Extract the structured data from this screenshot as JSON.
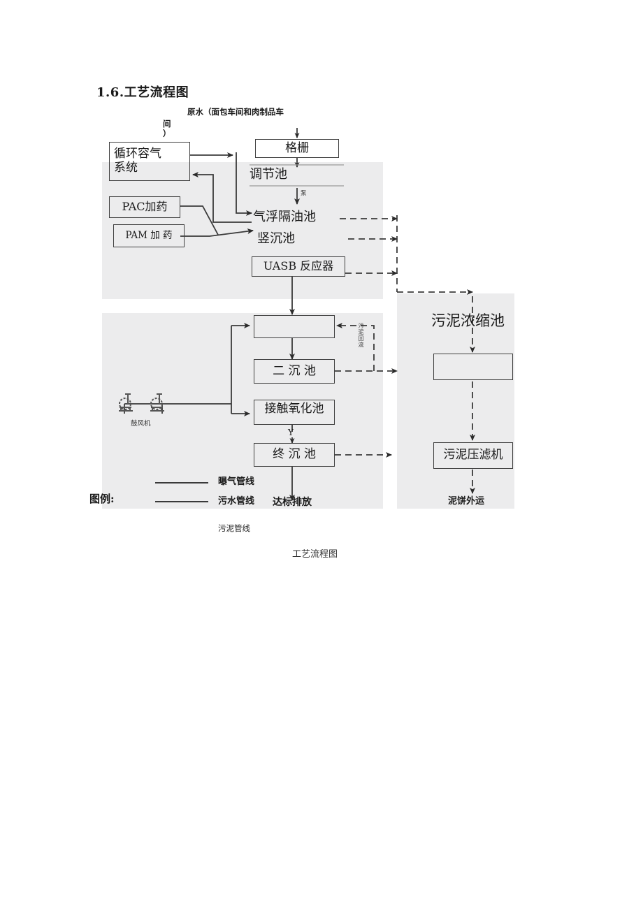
{
  "document": {
    "section_number": "1.6.",
    "section_title": "工艺流程图",
    "figure_caption": "工艺流程图"
  },
  "diagram": {
    "influent_label": "原水（面包车间和肉制品车间）",
    "influent_label_lines": [
      "原水（面包车间和肉制品车",
      "间",
      "）"
    ],
    "pump_label": "泵",
    "sludge_return_label": "污泥回流",
    "blower_label": "鼓风机",
    "discharge_label": "达标排放",
    "mudcake_label": "泥饼外运",
    "units": [
      {
        "id": "grille",
        "label": "格栅",
        "boxed": true
      },
      {
        "id": "equalization",
        "label": "调节池",
        "boxed": false
      },
      {
        "id": "flotation",
        "label": "气浮隔油池",
        "boxed": false
      },
      {
        "id": "vertical-sed",
        "label": "竖沉池",
        "boxed": false
      },
      {
        "id": "uasb",
        "label": "UASB 反应器",
        "boxed": true
      },
      {
        "id": "air-flotation-system",
        "label": "循环容气系统",
        "boxed": true
      },
      {
        "id": "pac-dosing",
        "label": "PAC加药",
        "boxed": true
      },
      {
        "id": "pam-dosing",
        "label": "PAM 加 药",
        "boxed": true
      },
      {
        "id": "aeration-tank",
        "label": "",
        "boxed": true
      },
      {
        "id": "secondary-sed",
        "label": "二  沉  池",
        "boxed": true
      },
      {
        "id": "contact-oxidation",
        "label": "接触氧化池",
        "boxed": true
      },
      {
        "id": "final-sed",
        "label": "终 沉 池",
        "boxed": true
      },
      {
        "id": "sludge-thickener-label",
        "label": "污泥浓缩池",
        "boxed": false
      },
      {
        "id": "sludge-thickener-box",
        "label": "",
        "boxed": true
      },
      {
        "id": "filter-press",
        "label": "污泥压滤机",
        "boxed": true
      }
    ],
    "y_junction_label": "Y"
  },
  "legend": {
    "title": "图例:",
    "entries": [
      {
        "label": "曝气管线",
        "style": "solid"
      },
      {
        "label": "污水管线",
        "style": "solid"
      },
      {
        "label": "污泥管线",
        "style": "dashed"
      }
    ]
  },
  "colors": {
    "line": "#3a3a3a",
    "box_border": "#404040",
    "wash": "#ececed",
    "text": "#1a1a1a"
  }
}
